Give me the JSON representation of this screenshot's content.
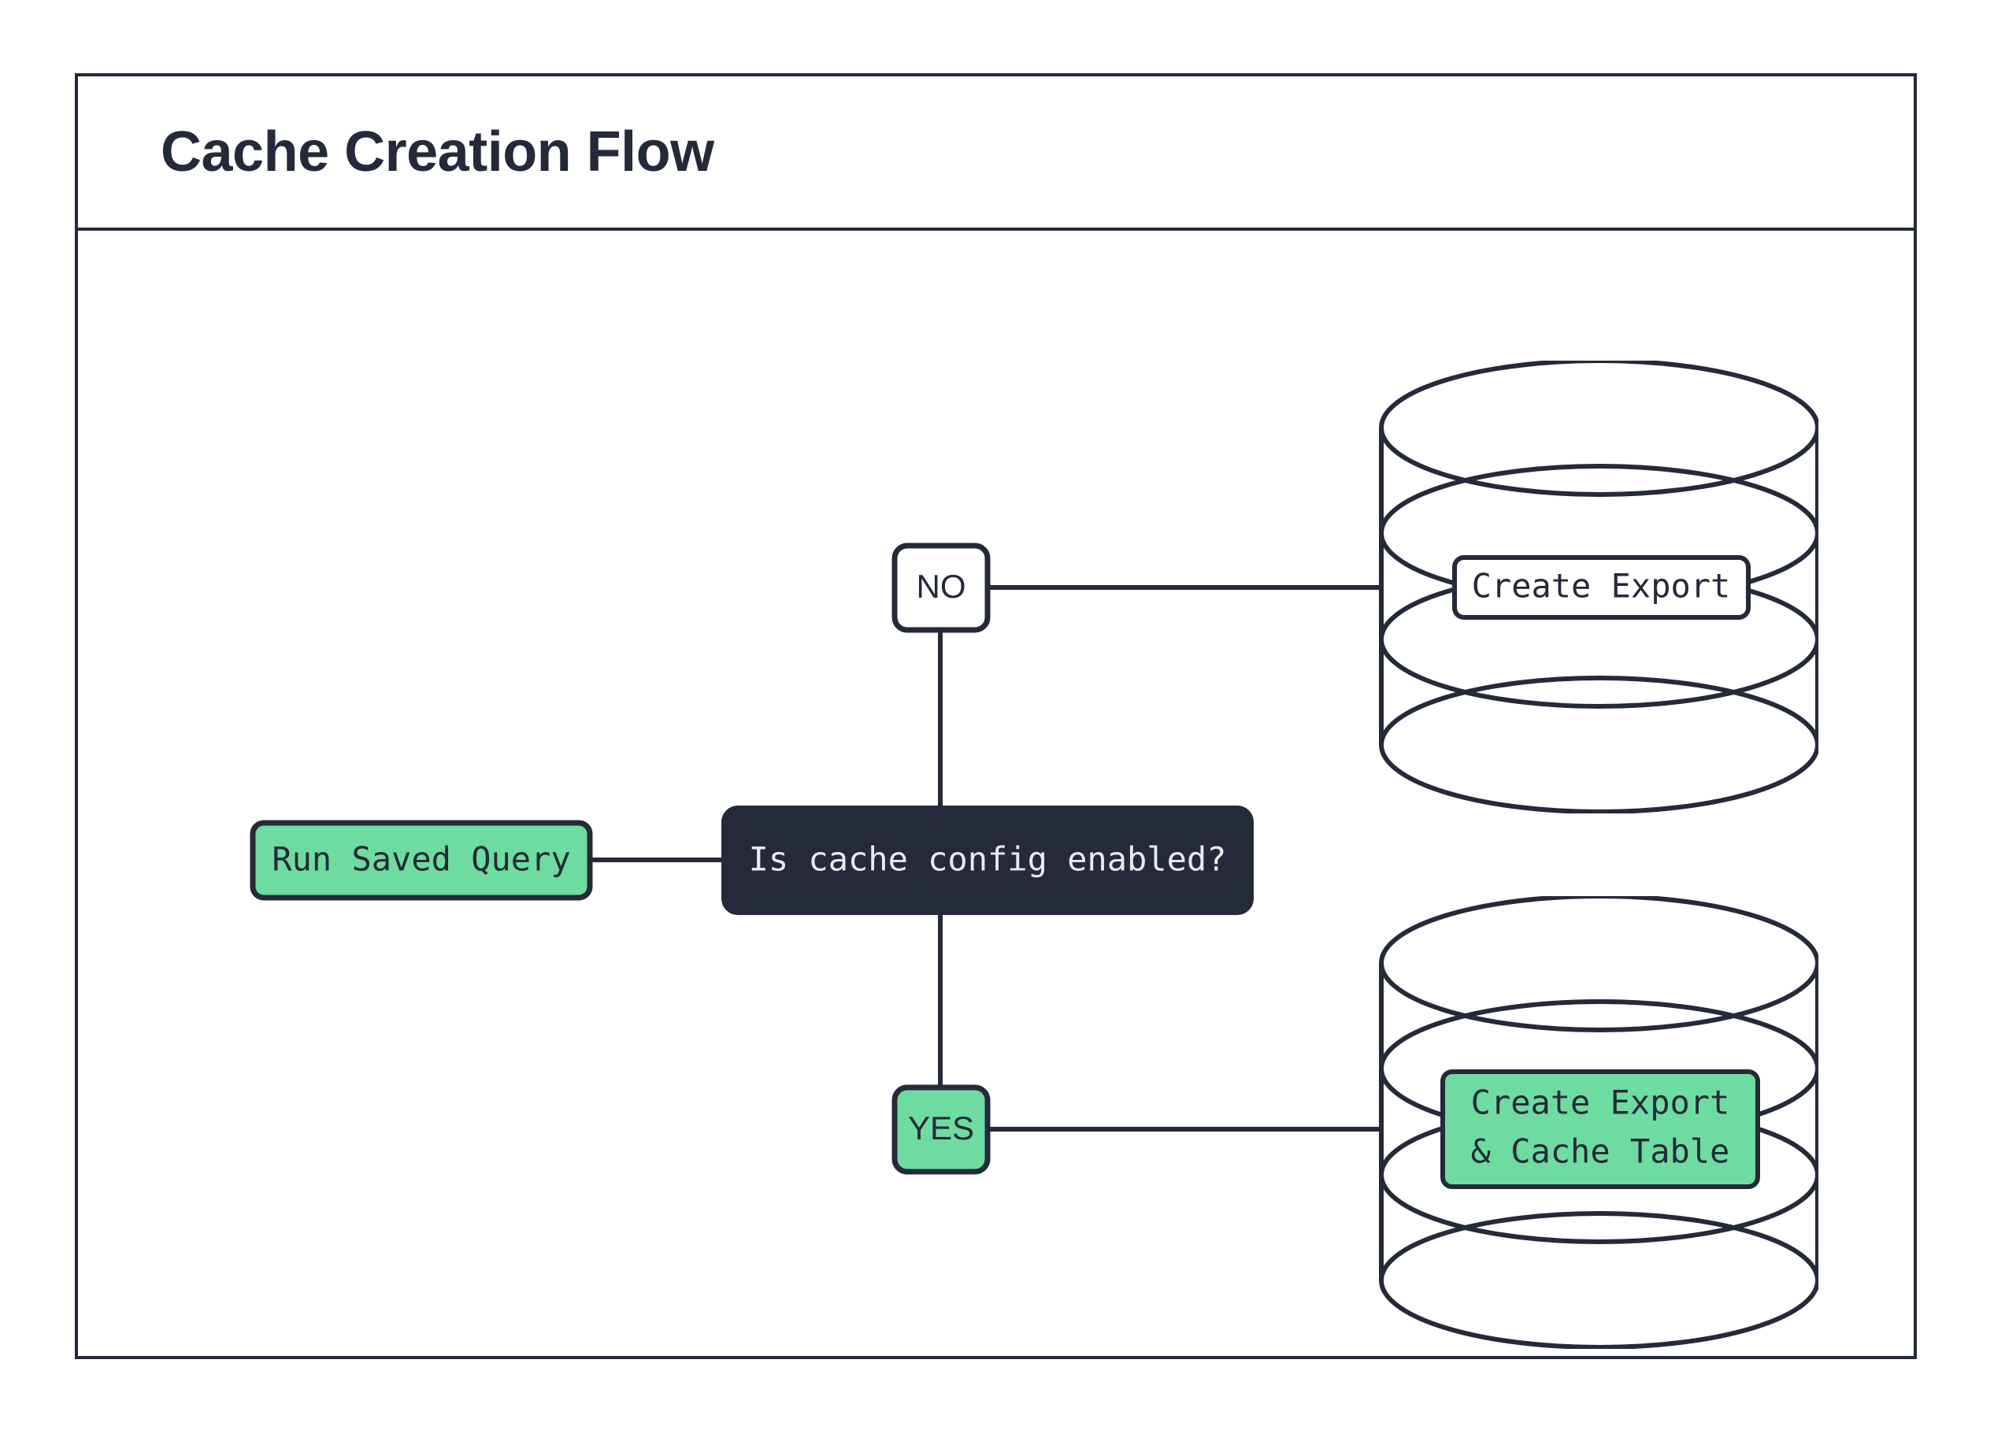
{
  "diagram": {
    "title": "Cache Creation Flow",
    "type": "flowchart",
    "colors": {
      "stroke": "#252a3a",
      "dark_node_fill": "#252a3a",
      "dark_node_text": "#e9e9ee",
      "green_fill": "#6edca0",
      "white_fill": "#ffffff",
      "node_text": "#252a3a",
      "page_background": "#ffffff"
    },
    "nodes": {
      "run_saved_query": {
        "label": "Run Saved Query",
        "shape": "rounded-rect",
        "style": "green"
      },
      "decision": {
        "label": "Is cache config enabled?",
        "shape": "rounded-rect",
        "style": "dark"
      },
      "branch_no": {
        "label": "NO",
        "shape": "rounded-rect",
        "style": "white"
      },
      "branch_yes": {
        "label": "YES",
        "shape": "rounded-rect",
        "style": "green"
      },
      "database_top": {
        "shape": "database-cylinder",
        "style": "white",
        "label": "Create Export",
        "label_style": "white"
      },
      "database_bottom": {
        "shape": "database-cylinder",
        "style": "white",
        "label_line_1": "Create Export",
        "label_line_2": "& Cache Table",
        "label_style": "green"
      }
    },
    "edges": [
      {
        "from": "run_saved_query",
        "to": "decision",
        "label": ""
      },
      {
        "from": "decision",
        "to": "branch_no",
        "label": ""
      },
      {
        "from": "decision",
        "to": "branch_yes",
        "label": ""
      },
      {
        "from": "branch_no",
        "to": "database_top",
        "label": ""
      },
      {
        "from": "branch_yes",
        "to": "database_bottom",
        "label": ""
      }
    ]
  }
}
